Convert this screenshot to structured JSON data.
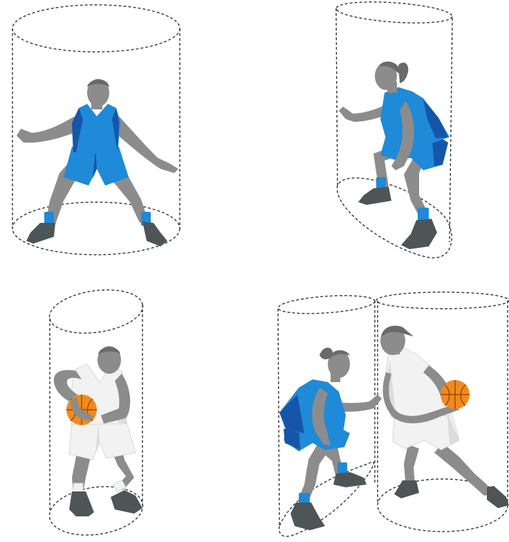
{
  "colors": {
    "skin": "#8c8c8c",
    "skin_dark": "#6f6f6f",
    "hair": "#6a6a6a",
    "jersey_blue": "#1f8ad8",
    "jersey_blue_dark": "#1656a8",
    "jersey_white": "#f2f2f2",
    "jersey_white_shade": "#dcdcdc",
    "shoe": "#4d5557",
    "ball": "#f08a1c",
    "ball_seam": "#8a3d00",
    "cylinder_stroke": "#333333",
    "background": "#ffffff"
  },
  "panels": [
    {
      "figure": "defender-front-blue-jersey",
      "cylinder": "upright"
    },
    {
      "figure": "defender-side-blue-jersey",
      "cylinder": "tilted"
    },
    {
      "figure": "ball-handler-white-jersey",
      "cylinder": "upright"
    },
    {
      "figure": "defender-vs-ball-handler",
      "cylinder": "two-overlapping"
    }
  ]
}
